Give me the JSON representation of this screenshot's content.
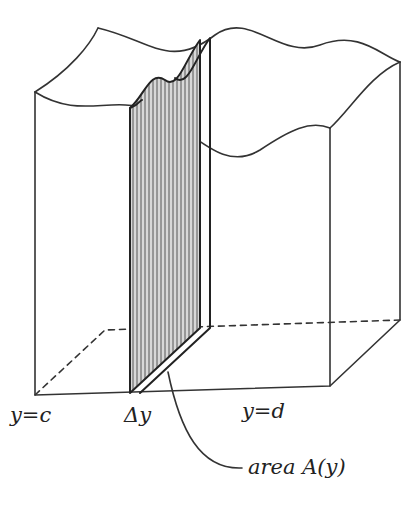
{
  "diagram": {
    "labels": [
      "y=c",
      "Δy",
      "y=d",
      "area A(y)"
    ]
  }
}
